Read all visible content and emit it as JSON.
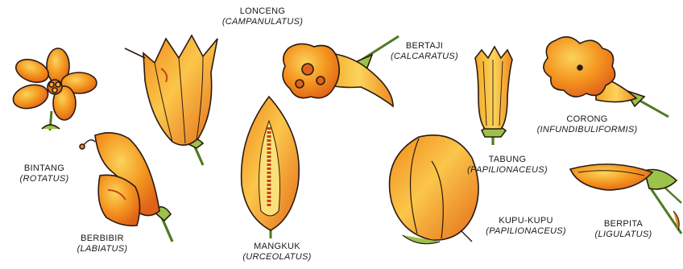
{
  "colors": {
    "petal": "#f28a1e",
    "petal_light": "#f9c23c",
    "petal_dark": "#d8561a",
    "outline": "#2a1a10",
    "stem": "#7fae3a",
    "stem_dark": "#4f7a22",
    "calyx": "#9cc24a"
  },
  "flowers": [
    {
      "id": "rotatus",
      "name": "BINTANG",
      "latin": "(ROTATUS)",
      "icon": "star-shaped-flower-icon"
    },
    {
      "id": "campanulatus",
      "name": "LONCENG",
      "latin": "(CAMPANULATUS)",
      "icon": "bell-shaped-flower-icon"
    },
    {
      "id": "calcaratus",
      "name": "BERTAJI",
      "latin": "(CALCARATUS)",
      "icon": "spurred-flower-icon"
    },
    {
      "id": "tabung",
      "name": "TABUNG",
      "latin": "(PAPILIONACEUS)",
      "icon": "tubular-flower-icon"
    },
    {
      "id": "infundibuliformis",
      "name": "CORONG",
      "latin": "(INFUNDIBULIFORMIS)",
      "icon": "funnel-shaped-flower-icon"
    },
    {
      "id": "labiatus",
      "name": "BERBIBIR",
      "latin": "(LABIATUS)",
      "icon": "lipped-flower-icon"
    },
    {
      "id": "urceolatus",
      "name": "MANGKUK",
      "latin": "(URCEOLATUS)",
      "icon": "urn-shaped-flower-icon"
    },
    {
      "id": "papilionaceus",
      "name": "KUPU-KUPU",
      "latin": "(PAPILIONACEUS)",
      "icon": "butterfly-shaped-flower-icon"
    },
    {
      "id": "ligulatus",
      "name": "BERPITA",
      "latin": "(LIGULATUS)",
      "icon": "strap-shaped-flower-icon"
    }
  ]
}
